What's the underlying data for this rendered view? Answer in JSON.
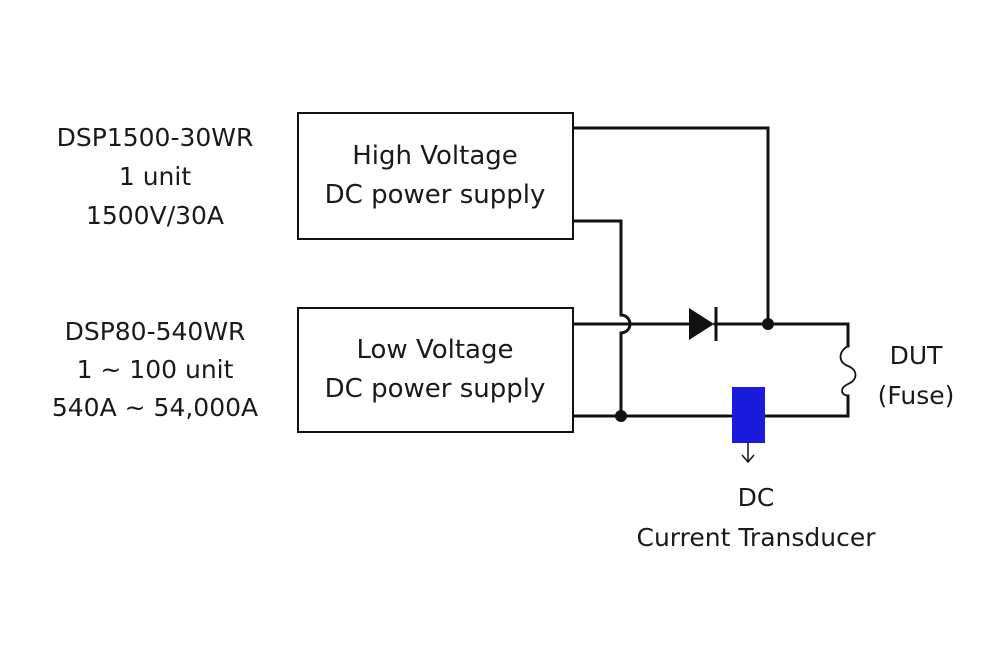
{
  "hv_spec": {
    "model": "DSP1500-30WR",
    "count": "1 unit",
    "rating": "1500V/30A"
  },
  "lv_spec": {
    "model": "DSP80-540WR",
    "count": "1 ~ 100 unit",
    "rating": "540A ~ 54,000A"
  },
  "hv_box": {
    "line1": "High Voltage",
    "line2": "DC power supply"
  },
  "lv_box": {
    "line1": "Low Voltage",
    "line2": "DC power supply"
  },
  "dut": {
    "line1": "DUT",
    "line2": "(Fuse)"
  },
  "transducer": {
    "line1": "DC",
    "line2": "Current Transducer",
    "color": "#1a1adc"
  }
}
